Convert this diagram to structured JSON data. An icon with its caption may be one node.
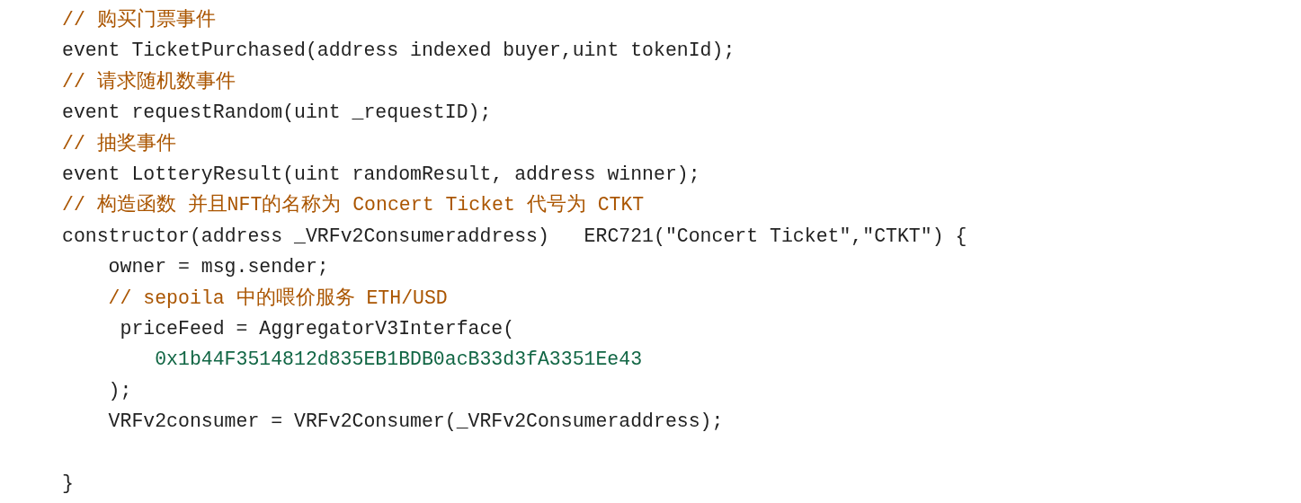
{
  "diagram": {
    "labels": [
      "// 购买门票事件",
      "event TicketPurchased(address indexed buyer,uint tokenId);",
      "// 请求随机数事件",
      "event requestRandom(uint _requestID);",
      "// 抽奖事件",
      "event LotteryResult(uint randomResult, address winner);",
      "// 构造函数 并且NFT的名称为 Concert Ticket 代号为 CTKT",
      "constructor(address _VRFv2Consumeraddress)   ERC721(\"Concert Ticket\",\"CTKT\") {",
      "owner = msg.sender;",
      "// sepoila 中的喂价服务 ETH/USD",
      "priceFeed = AggregatorV3Interface(",
      "0x1b44F3514812d835EB1BDB0acB33d3fA3351Ee43",
      ");",
      "VRFv2consumer = VRFv2Consumer(_VRFv2Consumeraddress);",
      "}"
    ]
  }
}
